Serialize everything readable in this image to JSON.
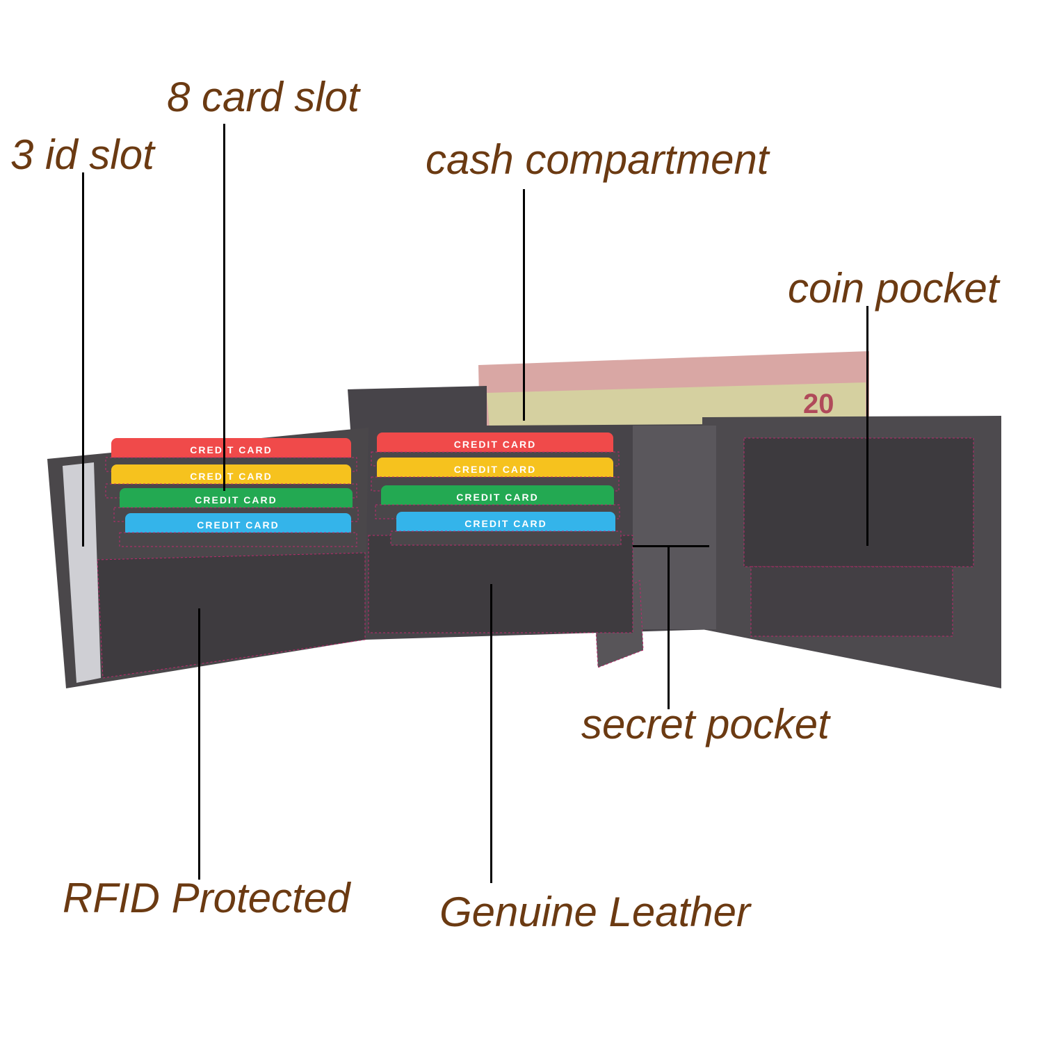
{
  "labels": {
    "id_slot": "3 id slot",
    "card_slot": "8 card slot",
    "cash": "cash compartment",
    "coin": "coin pocket",
    "secret": "secret pocket",
    "rfid": "RFID Protected",
    "leather": "Genuine Leather"
  },
  "cards": [
    "CREDIT CARD",
    "CREDIT CARD",
    "CREDIT CARD",
    "CREDIT CARD",
    "CREDIT CARD",
    "CREDIT CARD",
    "CREDIT CARD",
    "CREDIT CARD"
  ],
  "banknote": {
    "denomination": "20"
  },
  "colors": {
    "label": "#6b3a12",
    "leather": "#4a474a",
    "stitch": "#c0286e",
    "red": "#f04a4a",
    "yellow": "#f6c21e",
    "green": "#23a952",
    "blue": "#34b4ea"
  }
}
